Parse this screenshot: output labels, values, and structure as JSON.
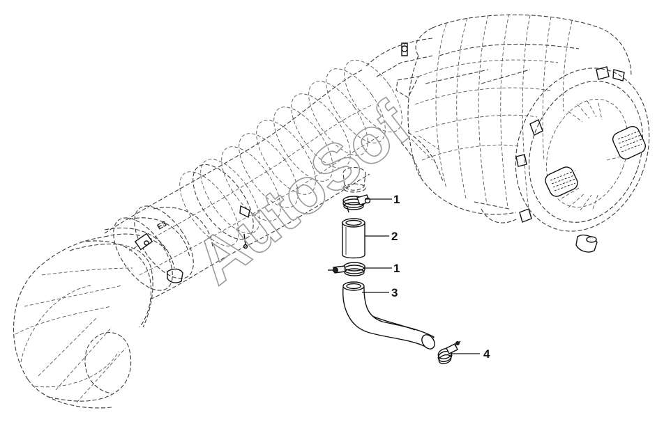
{
  "diagram": {
    "watermark": "AutoSof",
    "callouts": [
      {
        "id": "clamp-upper",
        "label": "1"
      },
      {
        "id": "tube",
        "label": "2"
      },
      {
        "id": "clamp-lower",
        "label": "1"
      },
      {
        "id": "elbow-hose",
        "label": "3"
      },
      {
        "id": "hose-clamp",
        "label": "4"
      }
    ]
  }
}
